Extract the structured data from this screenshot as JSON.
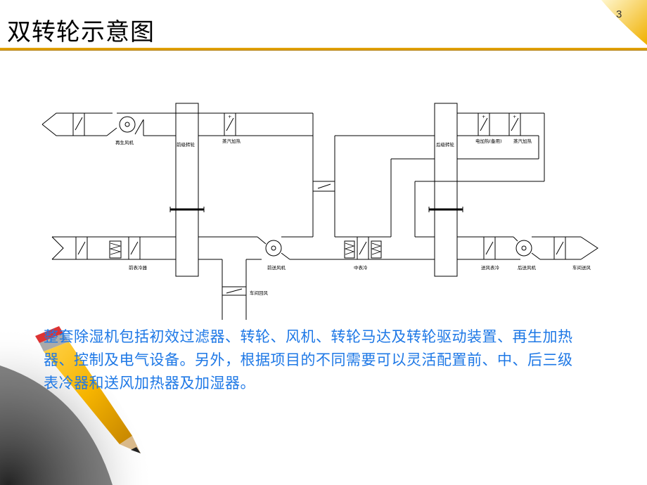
{
  "slide": {
    "title": "双转轮示意图",
    "page_number": "3",
    "body_text": "整套除湿机包括初效过滤器、转轮、风机、转轮马达及转轮驱动装置、再生加热器、控制及电气设备。另外，根据项目的不同需要可以灵活配置前、中、后三级表冷器和送风加热器及加湿器。"
  },
  "diagram": {
    "labels": {
      "regen_fan": "再生风机",
      "front_wheel": "前级转轮",
      "steam_heater_top": "蒸汽加热",
      "rear_wheel": "后级转轮",
      "electric_heater": "电加热(备用)",
      "steam_heater_right": "蒸汽加热",
      "pre_cooler": "前表冷器",
      "front_fan": "前送风机",
      "mid_cooler": "中表冷",
      "return_air": "车间回风",
      "supply_cooler": "送风表冷",
      "rear_fan": "后送风机",
      "supply_air": "车间送风"
    }
  },
  "colors": {
    "accent": "#e0a000",
    "body_text": "#1e78e6"
  }
}
